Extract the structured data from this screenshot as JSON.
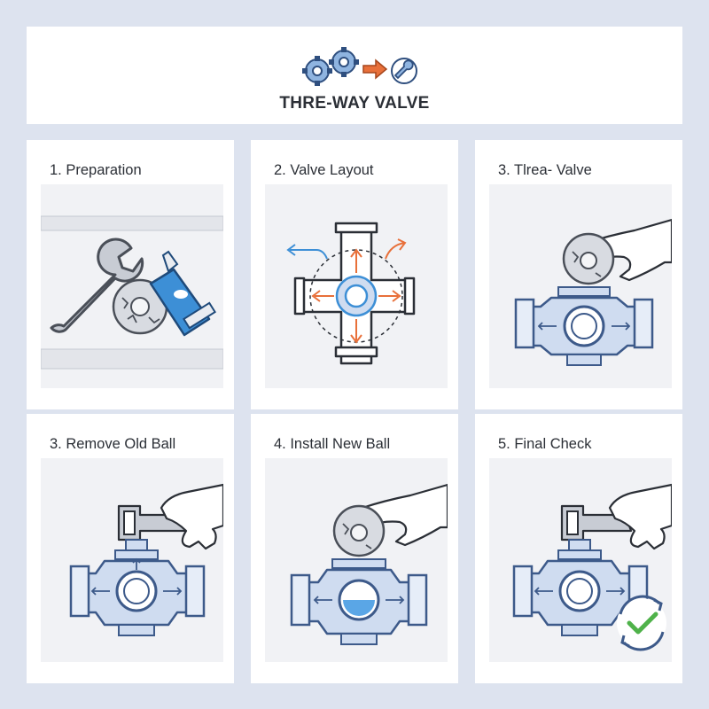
{
  "header": {
    "title": "THRE-WAY VALVE",
    "logo_icon": "gears-arrow-wrench-icon"
  },
  "colors": {
    "background": "#dde3ef",
    "valve_fill": "#cfdcf0",
    "valve_stroke": "#3d5a8a",
    "blue_accent": "#3d8fd6",
    "orange_accent": "#e8703a",
    "check_green": "#4fb24a"
  },
  "steps": [
    {
      "title": "1. Preparation"
    },
    {
      "title": "2. Valve Layout"
    },
    {
      "title": "3. Tlrea- Valve"
    },
    {
      "title": "3. Remove Old Ball"
    },
    {
      "title": "4. Install New Ball"
    },
    {
      "title": "5. Final Check"
    }
  ]
}
